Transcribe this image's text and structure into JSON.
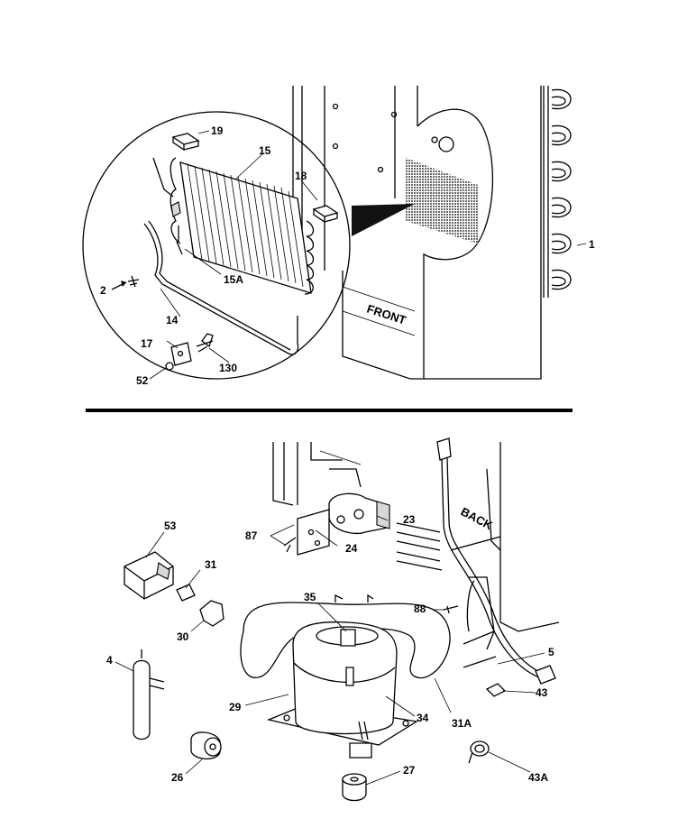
{
  "diagram": {
    "callouts": {
      "c1": "1",
      "c2": "2",
      "c14": "14",
      "c15": "15",
      "c15a": "15A",
      "c17": "17",
      "c18": "18",
      "c19": "19",
      "c52": "52",
      "c130": "130",
      "c4": "4",
      "c5": "5",
      "c23": "23",
      "c24": "24",
      "c26": "26",
      "c27": "27",
      "c29": "29",
      "c30": "30",
      "c31": "31",
      "c31a": "31A",
      "c34": "34",
      "c35": "35",
      "c43": "43",
      "c43a": "43A",
      "c53": "53",
      "c87": "87",
      "c88": "88"
    },
    "text": {
      "front": "FRONT",
      "back": "BACK"
    }
  }
}
